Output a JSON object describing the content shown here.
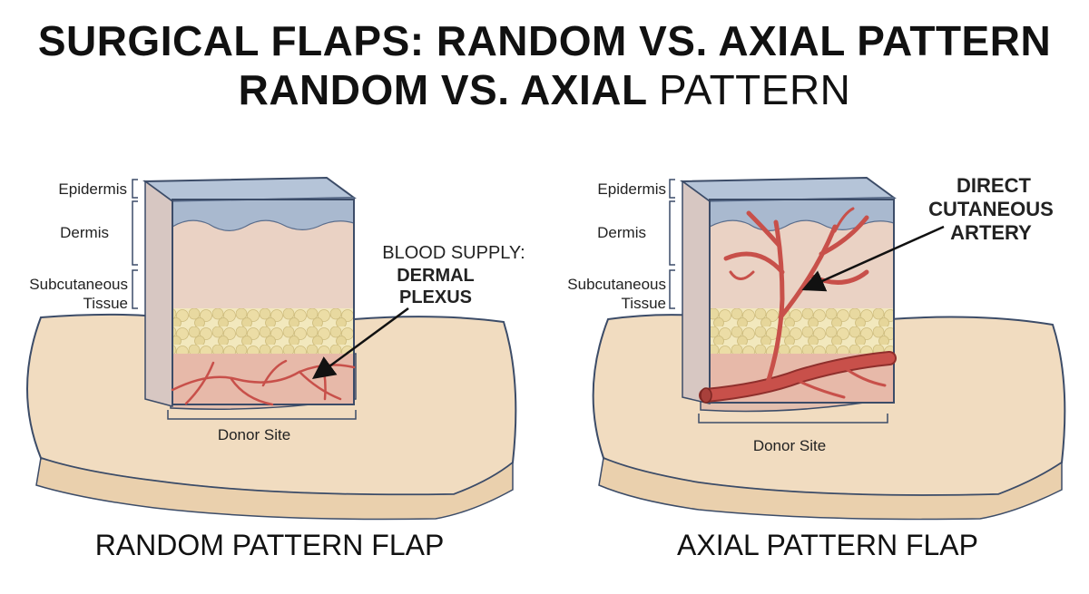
{
  "title_line1": "SURGICAL FLAPS: RANDOM VS. AXIAL PATTERN",
  "title_line2_bold": "RANDOM VS. AXIAL",
  "title_line2_light": "PATTERN",
  "left_panel": {
    "layers": [
      "Epidermis",
      "Dermis",
      "Subcutaneous",
      "Tissue"
    ],
    "callout_line1": "BLOOD SUPPLY:",
    "callout_line2": "DERMAL",
    "callout_line3": "PLEXUS",
    "donor_label": "Donor Site",
    "caption": "RANDOM PATTERN FLAP"
  },
  "right_panel": {
    "layers": [
      "Epidermis",
      "Dermis",
      "Subcutaneous",
      "Tissue"
    ],
    "callout_line1": "DIRECT",
    "callout_line2": "CUTANEOUS",
    "callout_line3": "ARTERY",
    "donor_label": "Donor Site",
    "caption": "AXIAL PATTERN FLAP"
  },
  "colors": {
    "skin": "#f1dcc0",
    "epidermis": "#a9b9cf",
    "dermis": "#ead2c4",
    "fat": "#efe3b0",
    "vessel": "#c8504a",
    "outline": "#3c4c68"
  }
}
